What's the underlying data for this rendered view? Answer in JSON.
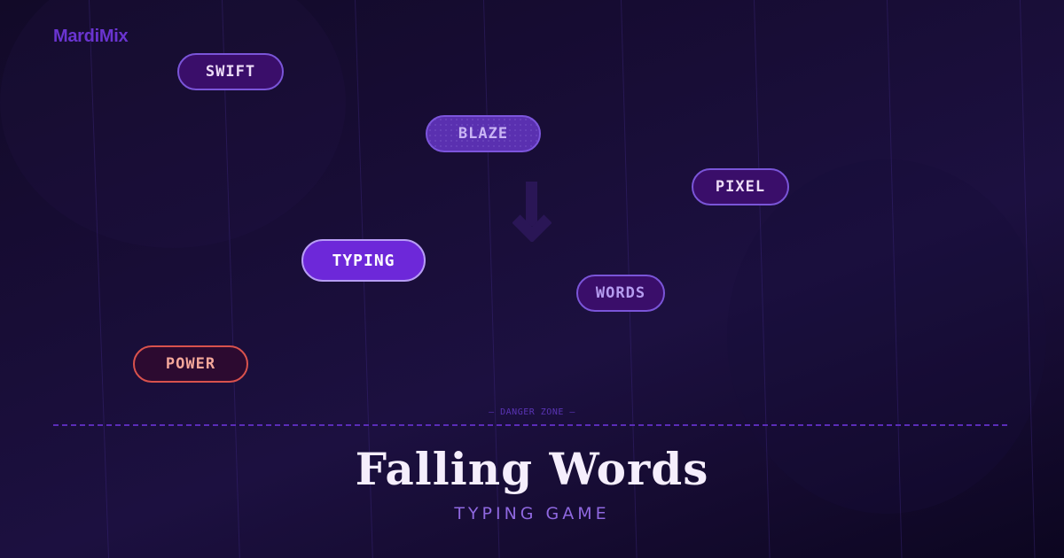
{
  "brand": {
    "name": "MardiMix"
  },
  "words": [
    {
      "text": "SWIFT",
      "state": "falling"
    },
    {
      "text": "BLAZE",
      "state": "highlighted"
    },
    {
      "text": "PIXEL",
      "state": "falling"
    },
    {
      "text": "TYPING",
      "state": "active"
    },
    {
      "text": "WORDS",
      "state": "falling"
    },
    {
      "text": "POWER",
      "state": "danger"
    }
  ],
  "danger_zone": {
    "label": "— DANGER ZONE —"
  },
  "hero": {
    "title": "Falling Words",
    "subtitle": "TYPING GAME"
  },
  "icons": {
    "fall_direction": "arrow-down-icon"
  },
  "colors": {
    "accent": "#6d28d9",
    "brand": "#6a34d0",
    "danger": "#d9524d",
    "pill_fill": "#3a0e6a",
    "pill_border": "#7a55d8",
    "title": "#f5eefc",
    "subtitle": "#8f68e0"
  }
}
